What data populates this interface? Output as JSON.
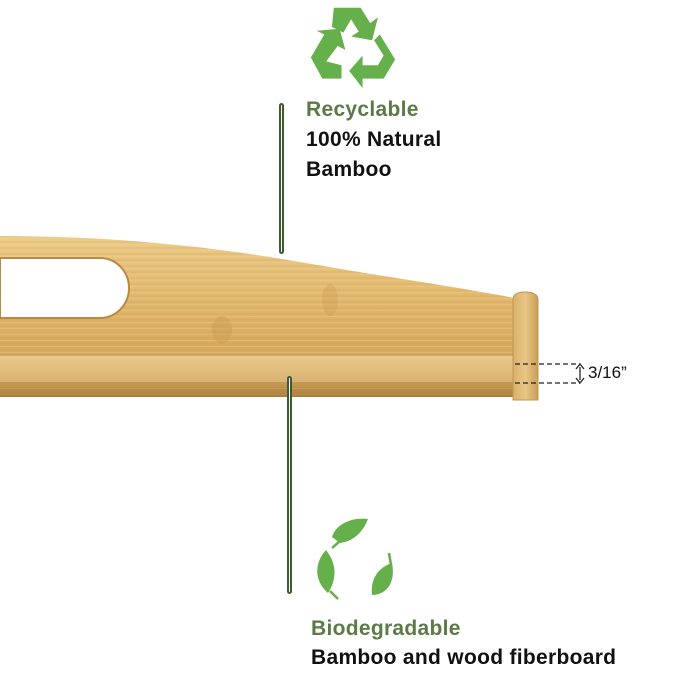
{
  "colors": {
    "icon_green": "#66b04b",
    "label_green": "#5a7a46",
    "line_green": "#3f5a2f",
    "bamboo_light": "#e6c07a",
    "bamboo_mid": "#d8aa5e",
    "bamboo_dark": "#b98a45",
    "text_black": "#111111"
  },
  "top_feature": {
    "icon": "recycle-icon",
    "title": "Recyclable",
    "line1": "100% Natural",
    "line2": "Bamboo"
  },
  "bottom_feature": {
    "icon": "leaves-icon",
    "title": "Biodegradable",
    "line1": "Bamboo and wood fiberboard"
  },
  "measurement": {
    "label": "3/16”"
  }
}
